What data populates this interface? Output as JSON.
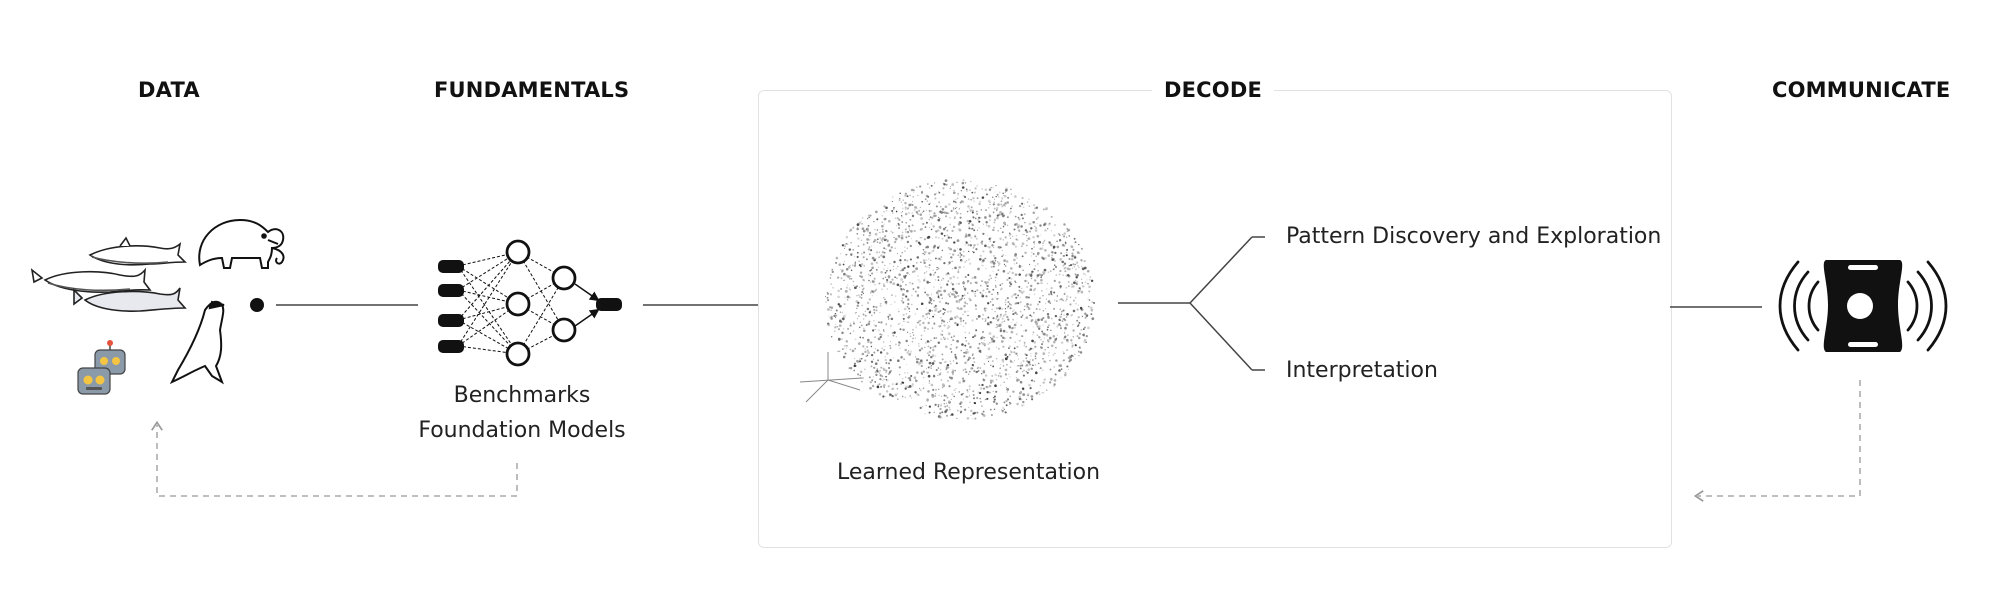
{
  "stages": {
    "data": "DATA",
    "fundamentals": "FUNDAMENTALS",
    "decode": "DECODE",
    "communicate": "COMMUNICATE"
  },
  "fundamentals": {
    "line1": "Benchmarks",
    "line2": "Foundation Models"
  },
  "decode": {
    "representation_label": "Learned Representation",
    "outputs": [
      "Pattern Discovery and Exploration",
      "Interpretation"
    ]
  },
  "icons": {
    "data": [
      "whale-icon",
      "elephant-icon",
      "crow-icon",
      "robot-icon"
    ],
    "fundamentals": "neural-network-icon",
    "decode": "point-cloud-icon",
    "communicate": "speaker-device-icon"
  }
}
